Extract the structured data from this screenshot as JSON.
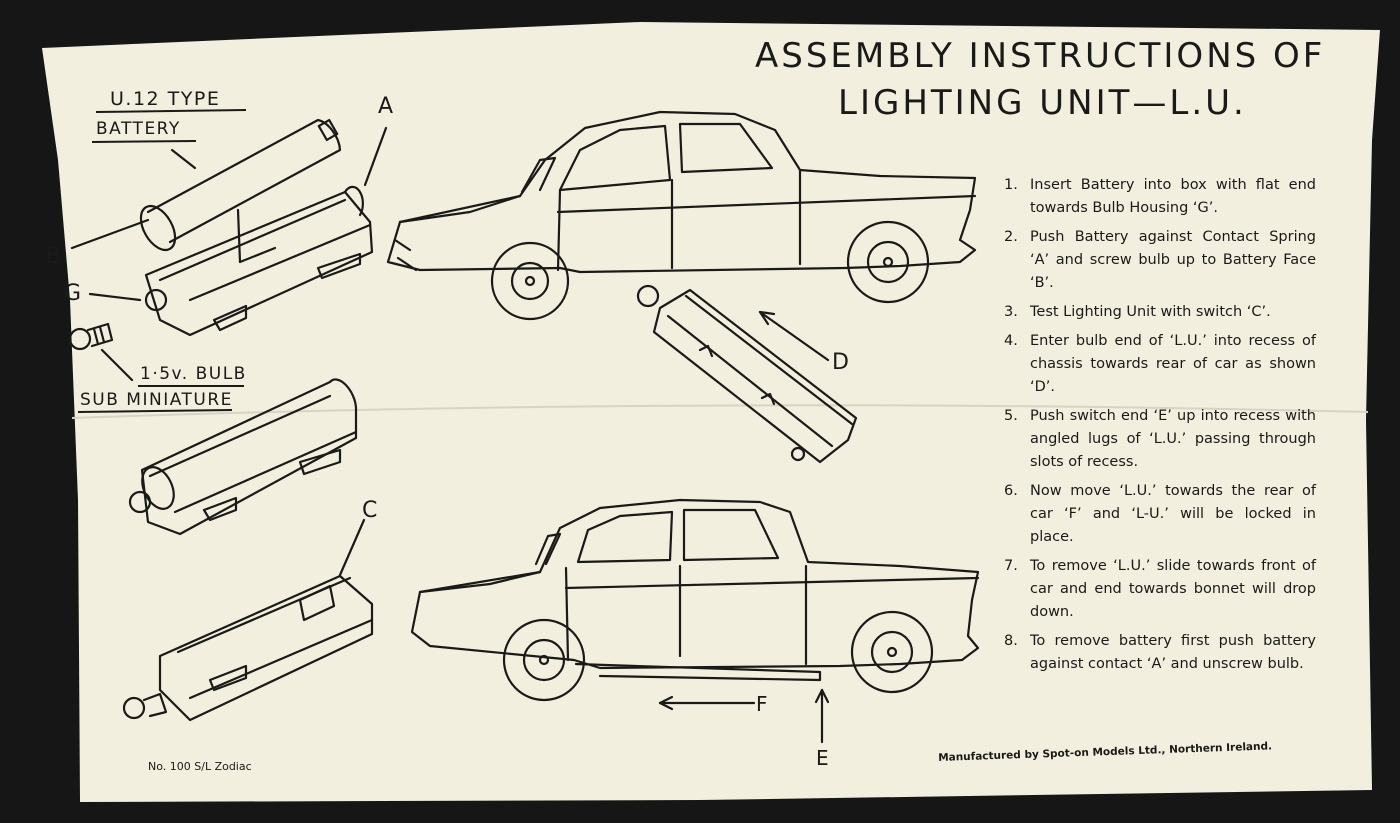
{
  "title": {
    "line1": "ASSEMBLY INSTRUCTIONS OF",
    "line2": "LIGHTING UNIT—L.U."
  },
  "labels": {
    "battery_line1": "U.12 TYPE",
    "battery_line2": "BATTERY",
    "bulb_line1": "1·5v. BULB",
    "bulb_line2": "SUB MINIATURE",
    "a": "A",
    "b": "B",
    "g": "G",
    "c": "C",
    "d": "D",
    "e": "E",
    "f": "F"
  },
  "steps": [
    {
      "num": "1.",
      "text": "Insert Battery into box with flat end towards Bulb Housing ‘G’."
    },
    {
      "num": "2.",
      "text": "Push Battery against Contact Spring ‘A’ and screw bulb up to Battery Face ‘B’."
    },
    {
      "num": "3.",
      "text": "Test Lighting Unit with switch ‘C’."
    },
    {
      "num": "4.",
      "text": "Enter bulb end of ‘L.U.’ into recess of chassis towards rear of car as shown ‘D’."
    },
    {
      "num": "5.",
      "text": "Push switch end ‘E’ up into recess with angled lugs of ‘L.U.’ passing through slots of recess."
    },
    {
      "num": "6.",
      "text": "Now move ‘L.U.’ towards the rear of car ‘F’ and ‘L-U.’ will be locked in place."
    },
    {
      "num": "7.",
      "text": "To remove ‘L.U.’ slide towards front of car and end towards bonnet will drop down."
    },
    {
      "num": "8.",
      "text": "To remove battery first push battery against contact ‘A’ and unscrew bulb."
    }
  ],
  "footer": {
    "model": "No. 100 S/L Zodiac",
    "manufacturer": "Manufactured by Spot-on Models Ltd., Northern Ireland."
  },
  "colors": {
    "paper": "#f2efdf",
    "ink": "#1a1a18",
    "background": "#161616"
  }
}
